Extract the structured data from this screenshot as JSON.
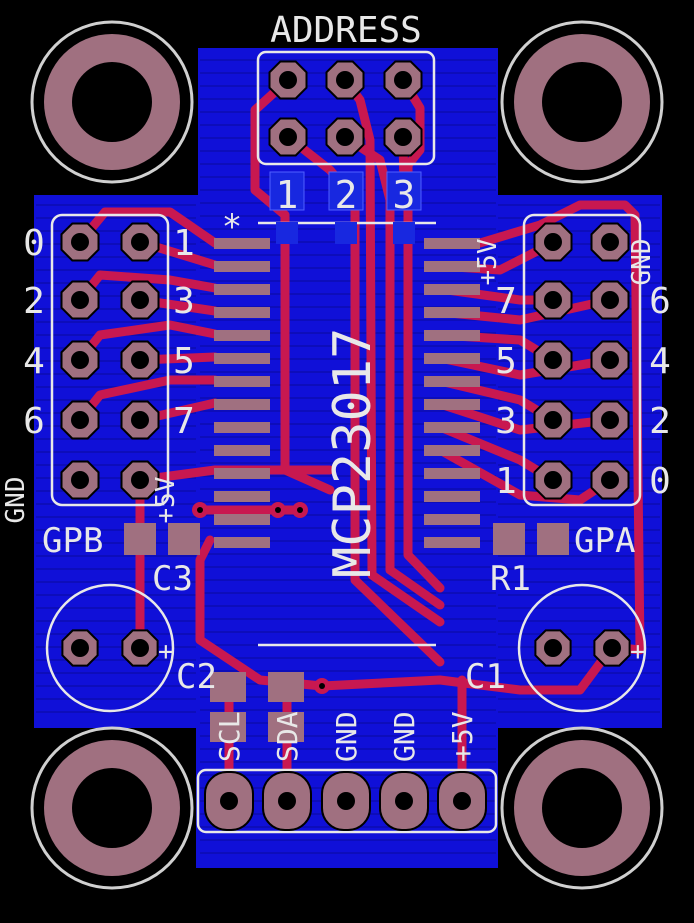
{
  "colors": {
    "background": "#000000",
    "pour": "#1010d8",
    "copper": "#c81850",
    "pad": "#a07080",
    "silk": "#e8e8e8",
    "hole": "#000000"
  },
  "labels": {
    "title": "ADDRESS",
    "addr": [
      "1",
      "2",
      "3"
    ],
    "star": "*",
    "chip": "MCP23017",
    "gpb_left": [
      "0",
      "2",
      "4",
      "6",
      "GND"
    ],
    "gpb_right": [
      "1",
      "3",
      "5",
      "7",
      "+5V"
    ],
    "gpa_left": [
      "+5V",
      "7",
      "5",
      "3",
      "1"
    ],
    "gpa_right": [
      "GND",
      "6",
      "4",
      "2",
      "0"
    ],
    "gpb": "GPB",
    "gpa": "GPA",
    "c3": "C3",
    "r1": "R1",
    "c2": "C2",
    "c1": "C1",
    "plus": "+",
    "bottom_pins": [
      "SCL",
      "SDA",
      "GND",
      "GND",
      "+5V"
    ]
  }
}
